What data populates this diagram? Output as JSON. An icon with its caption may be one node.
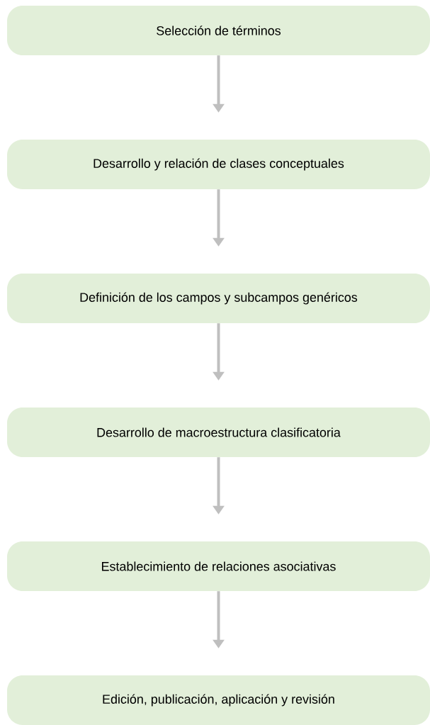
{
  "diagram": {
    "nodes": [
      {
        "text": [
          "Selección de términos"
        ]
      },
      {
        "text": [
          "Desarrollo y relación de clases conceptuales"
        ]
      },
      {
        "text": [
          "Definición de los campos y subcampos genéricos"
        ]
      },
      {
        "text": [
          "Desarrollo de macroestructura clasificatoria"
        ]
      },
      {
        "text": [
          "Establecimiento de relaciones asociativas"
        ]
      },
      {
        "text": [
          "Edición, publicación, aplicación y revisión"
        ]
      }
    ],
    "edges": [
      {
        "from": 0,
        "to": 1,
        "arrow": "to"
      },
      {
        "from": 1,
        "to": 2,
        "arrow": "to"
      },
      {
        "from": 2,
        "to": 3,
        "arrow": "to"
      },
      {
        "from": 3,
        "to": 4,
        "arrow": "to"
      },
      {
        "from": 4,
        "to": 5,
        "arrow": "to"
      }
    ]
  }
}
